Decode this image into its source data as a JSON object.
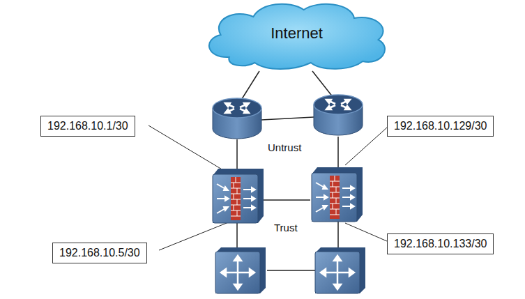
{
  "diagram": {
    "nodes": [
      {
        "text": [
          "Internet"
        ]
      },
      {
        "text": [
          "192.168.10.1/30"
        ]
      },
      {
        "text": [
          "192.168.10.129/30"
        ]
      },
      {
        "text": [
          "192.168.10.5/30"
        ]
      },
      {
        "text": [
          "192.168.10.133/30"
        ]
      }
    ],
    "labels": [
      "Untrust",
      "Trust"
    ]
  }
}
